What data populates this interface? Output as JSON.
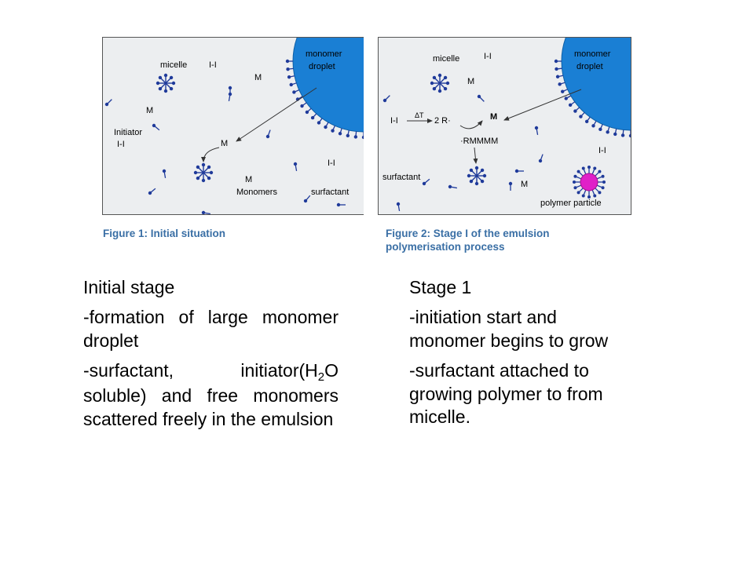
{
  "figure1": {
    "caption": "Figure 1: Initial situation",
    "labels": {
      "micelle": "micelle",
      "ii_top": "I-I",
      "m_top": "M",
      "monomer": "monomer",
      "droplet": "droplet",
      "m_left": "M",
      "initiator": "Initiator",
      "ii_left": "I-I",
      "m_arrow": "M",
      "ii_right": "I-I",
      "m_bottom": "M",
      "monomers": "Monomers",
      "surfactant": "surfactant"
    }
  },
  "figure2": {
    "caption_line1": "Figure 2: Stage I of the emulsion",
    "caption_line2": "polymerisation process",
    "labels": {
      "micelle": "micelle",
      "ii_top": "I-I",
      "m_top": "M",
      "monomer": "monomer",
      "droplet": "droplet",
      "ii_reaction": "I-I",
      "delta_t": "ΔT",
      "two_r": "2 R·",
      "m_arrow": "M",
      "rmmmm": "·RMMMM",
      "ii_right": "I-I",
      "surfactant": "surfactant",
      "m_bottom": "M",
      "polymer_particle": "polymer particle"
    }
  },
  "left_column": {
    "heading": "Initial stage",
    "para1": "-formation of large monomer droplet",
    "para2_a": "-surfactant, initiator(H",
    "para2_sub": "2",
    "para2_b": "O soluble) and free monomers scattered freely in the emulsion"
  },
  "right_column": {
    "heading": "Stage 1",
    "para1": "-initiation start and monomer begins to grow",
    "para2": "-surfactant attached to growing polymer to from micelle."
  },
  "colors": {
    "droplet_blue": "#1a7fd4",
    "surfactant_navy": "#1f3a9a",
    "polymer_magenta": "#e020c8",
    "caption_blue": "#3a6fa5",
    "panel_bg": "#eceef0"
  }
}
